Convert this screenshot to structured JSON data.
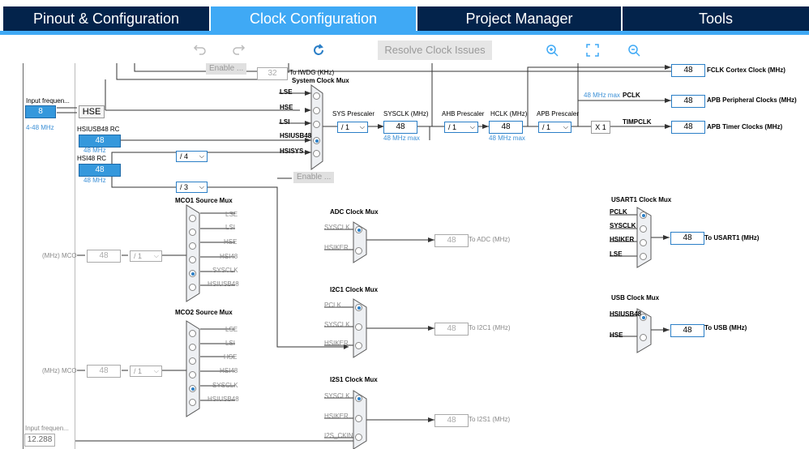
{
  "tabs": [
    {
      "label": "Pinout & Configuration",
      "active": false
    },
    {
      "label": "Clock Configuration",
      "active": true
    },
    {
      "label": "Project Manager",
      "active": false
    },
    {
      "label": "Tools",
      "active": false
    }
  ],
  "toolbar": {
    "undo_icon": "undo-icon",
    "redo_icon": "redo-icon",
    "refresh_icon": "refresh-icon",
    "resolve_label": "Resolve Clock Issues",
    "zoom_in_icon": "zoom-in-icon",
    "fit_icon": "fit-icon",
    "zoom_out_icon": "zoom-out-icon"
  },
  "colors": {
    "tab_bg": "#03234b",
    "tab_active": "#3fa9f5",
    "wire": "#333333",
    "box_border": "#2b7fc7",
    "fill_box": "#3598dc"
  },
  "left": {
    "input_freq_label": "Input frequen...",
    "hse_value": "8",
    "hse_range": "4-48 MHz",
    "hse_label": "HSE",
    "hsiusb48_label": "HSIUSB48 RC",
    "hsiusb48_value": "48",
    "hsiusb48_mhz": "48 MHz",
    "hsi48_label": "HSI48 RC",
    "hsi48_value": "48",
    "hsi48_mhz": "48 MHz",
    "input_freq2_label": "Input frequen...",
    "input_freq2_value": "12.288"
  },
  "top": {
    "enable_label": "Enable ...",
    "iwdg_value": "32",
    "iwdg_label": "To IWDG (KHz)"
  },
  "sysmux": {
    "title": "System Clock Mux",
    "inputs": [
      "LSE",
      "HSE",
      "LSI",
      "HSIUSB48",
      "HSISYS"
    ],
    "selected": 3,
    "enable_label": "Enable ..."
  },
  "hsisys_div": "/ 4",
  "mco_div": "/ 3",
  "sys_prescaler": {
    "label": "SYS Prescaler",
    "value": "/ 1"
  },
  "sysclk": {
    "label": "SYSCLK (MHz)",
    "value": "48",
    "max": "48 MHz max"
  },
  "ahb_prescaler": {
    "label": "AHB Prescaler",
    "value": "/ 1"
  },
  "hclk": {
    "label": "HCLK (MHz)",
    "value": "48",
    "max": "48 MHz max"
  },
  "apb_prescaler": {
    "label": "APB Prescaler",
    "value": "/ 1"
  },
  "x1": "X 1",
  "pclk_max": "48 MHz max",
  "pclk": "PCLK",
  "timpclk": "TIMPCLK",
  "outputs": [
    {
      "value": "48",
      "label": "FCLK Cortex Clock (MHz)"
    },
    {
      "value": "48",
      "label": "APB Peripheral Clocks (MHz)"
    },
    {
      "value": "48",
      "label": "APB Timer Clocks (MHz)"
    }
  ],
  "mco1": {
    "title": "MCO1 Source Mux",
    "inputs": [
      "LSE",
      "LSI",
      "HSE",
      "HSI48",
      "SYSCLK",
      "HSIUSB48"
    ],
    "selected": 4,
    "div": "/ 1",
    "value": "48",
    "out_label": "(MHz) MCO"
  },
  "mco2": {
    "title": "MCO2 Source Mux",
    "inputs": [
      "LSE",
      "LSI",
      "HSE",
      "HSI48",
      "SYSCLK",
      "HSIUSB48"
    ],
    "selected": 4,
    "div": "/ 1",
    "value": "48",
    "out_label": "(MHz) MCO"
  },
  "adc": {
    "title": "ADC Clock Mux",
    "inputs": [
      "SYSCLK",
      "HSIKER"
    ],
    "selected": 0,
    "value": "48",
    "label": "To ADC (MHz)"
  },
  "i2c1": {
    "title": "I2C1 Clock Mux",
    "inputs": [
      "PCLK",
      "SYSCLK",
      "HSIKER"
    ],
    "selected": 0,
    "value": "48",
    "label": "To I2C1 (MHz)"
  },
  "i2s1": {
    "title": "I2S1 Clock Mux",
    "inputs": [
      "SYSCLK",
      "HSIKER",
      "I2S_CKIN"
    ],
    "selected": 0,
    "value": "48",
    "label": "To I2S1 (MHz)"
  },
  "usart1": {
    "title": "USART1 Clock Mux",
    "inputs": [
      "PCLK",
      "SYSCLK",
      "HSIKER",
      "LSE"
    ],
    "selected": 0,
    "value": "48",
    "label": "To USART1 (MHz)"
  },
  "usb": {
    "title": "USB Clock Mux",
    "inputs": [
      "HSIUSB48",
      "HSE"
    ],
    "selected": 0,
    "value": "48",
    "label": "To USB (MHz)"
  }
}
